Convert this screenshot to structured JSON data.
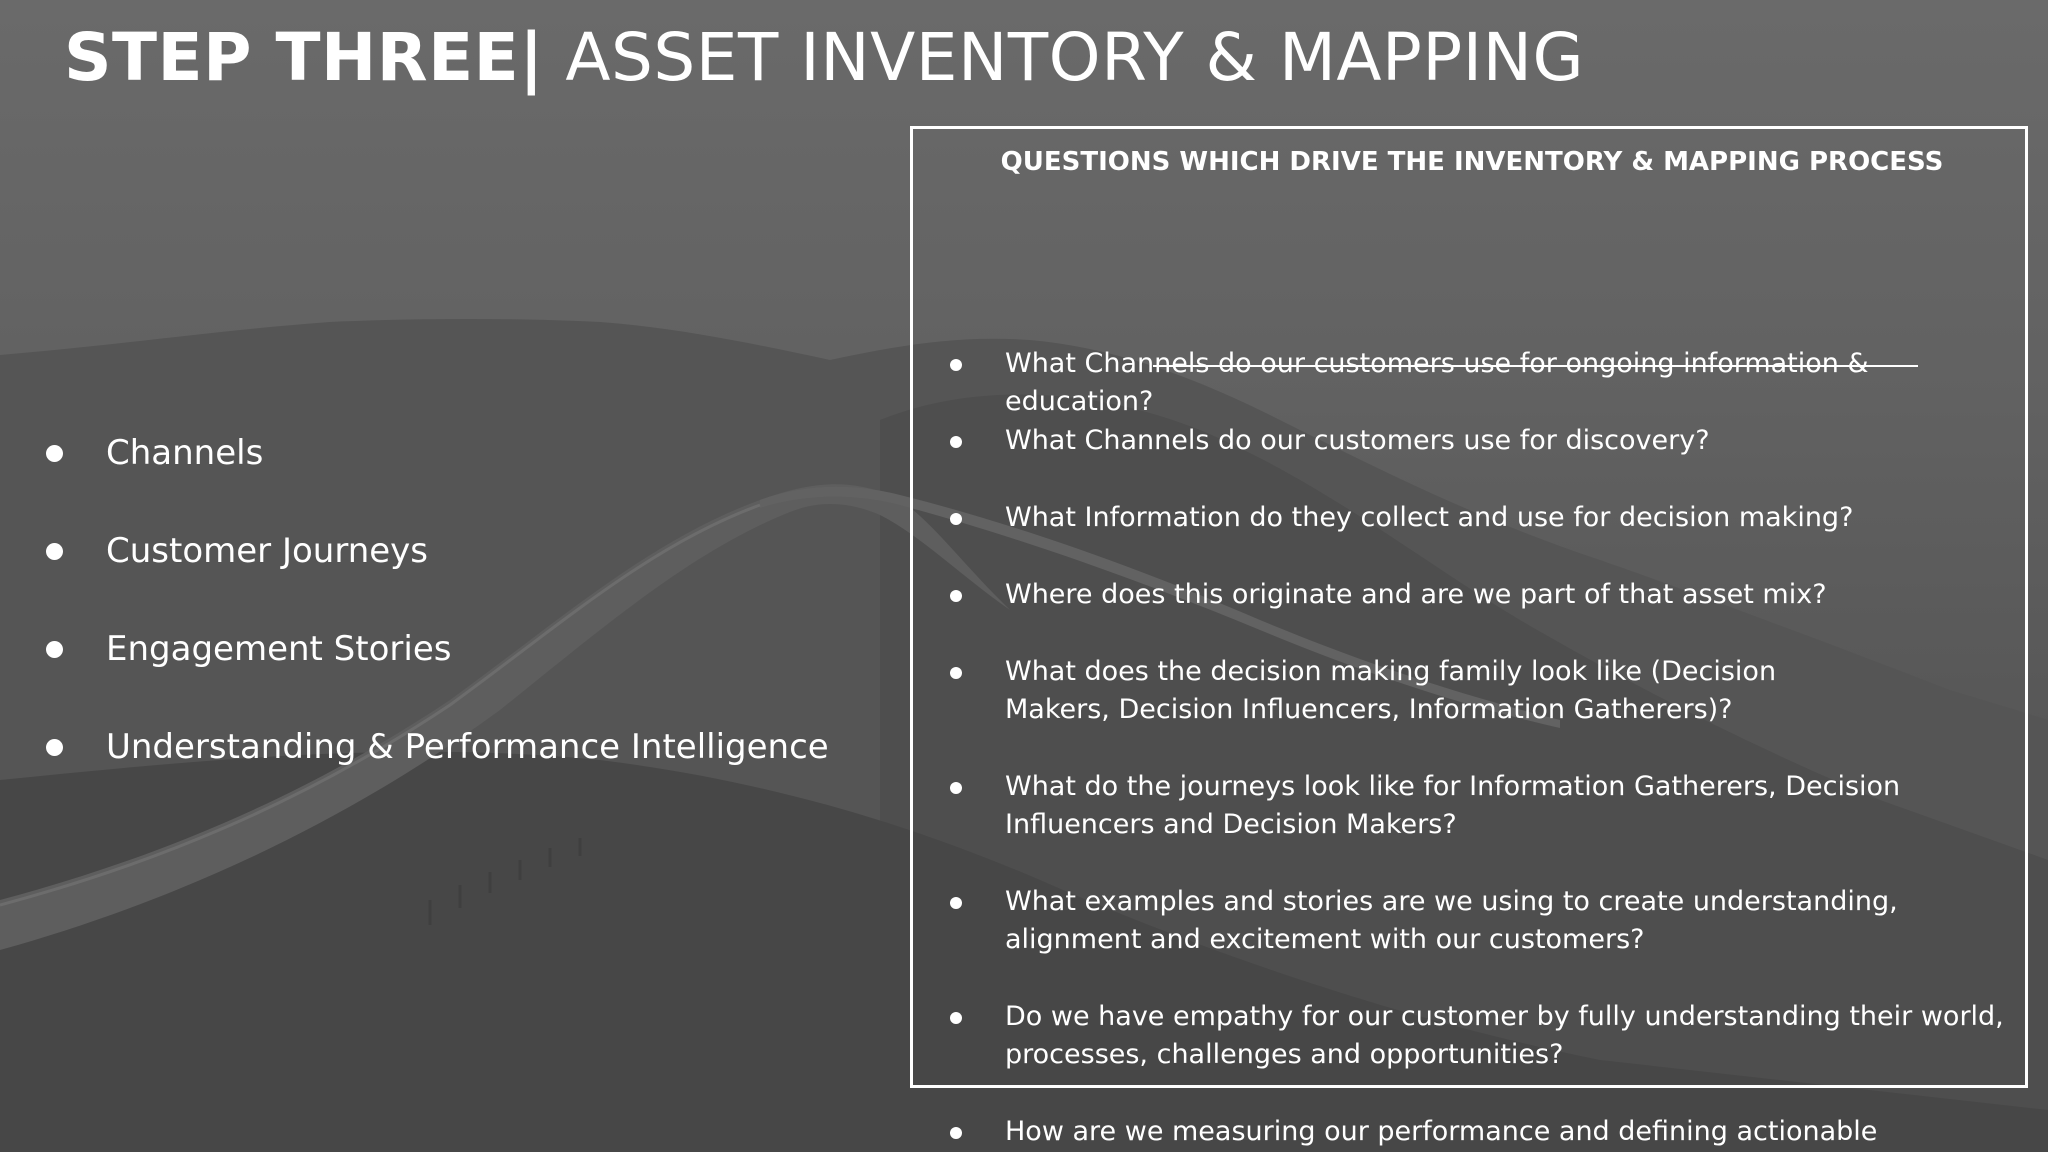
{
  "title": {
    "bold": "STEP THREE|",
    "light": "ASSET INVENTORY & MAPPING"
  },
  "left_items": [
    "Channels",
    "Customer Journeys",
    "Engagement Stories",
    "Understanding & Performance Intelligence"
  ],
  "questions_box": {
    "heading": "QUESTIONS WHICH DRIVE THE INVENTORY & MAPPING PROCESS",
    "items": [
      "What Channels do our customers use for ongoing information & education?",
      "What Channels do our customers use for discovery?",
      "What Information do they collect and use for decision making?",
      "Where does this originate and are we part of that asset mix?",
      "What does the decision making family look like (Decision Makers, Decision Influencers, Information Gatherers)?",
      "What do the journeys  look like for Information Gatherers, Decision Influencers and Decision Makers?",
      "What examples and stories are we using to create understanding, alignment and excitement with our customers?",
      "Do we have empathy for our customer by fully understanding their world, processes, challenges and opportunities?",
      "How are we measuring our performance and defining actionable outcomes to drive clear and understandable improvement actions?"
    ]
  },
  "colors": {
    "text": "#ffffff",
    "background": "#555555"
  }
}
